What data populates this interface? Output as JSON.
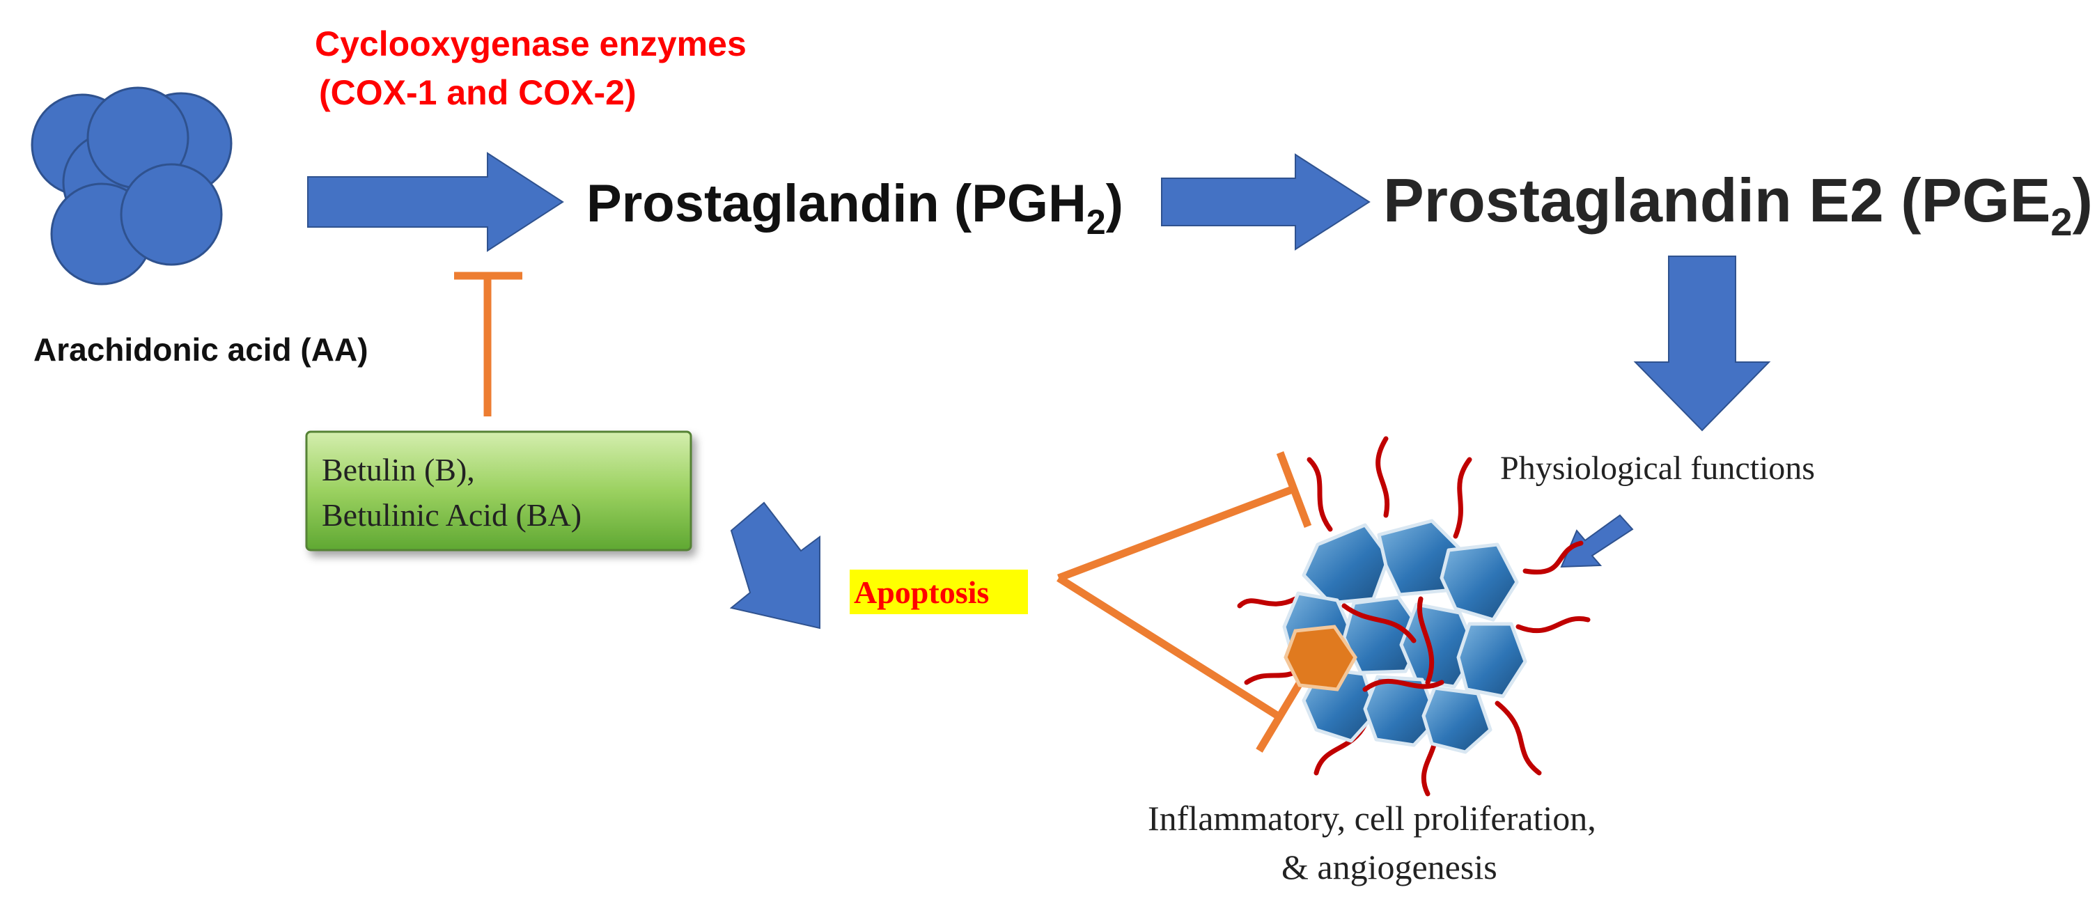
{
  "enzyme_label": {
    "line1": "Cyclooxygenase enzymes",
    "line2": "(COX-1 and COX-2)"
  },
  "substrate_label": "Arachidonic acid (AA)",
  "pgh2": {
    "main": "Prostaglandin (PGH",
    "sub": "2",
    "close": ")"
  },
  "pge2": {
    "main": "Prostaglandin E2 (PGE",
    "sub": "2",
    "close": ")"
  },
  "inhibitor_box": {
    "line1": "Betulin (B),",
    "line2": "Betulinic Acid (BA)"
  },
  "apoptosis_label": "Apoptosis",
  "physiological_label": "Physiological functions",
  "outcome_label": {
    "line1": "Inflammatory, cell proliferation,",
    "line2": "& angiogenesis"
  },
  "colors": {
    "arrow_blue": "#4472C4",
    "inhibit_orange": "#ED7D31",
    "enzyme_red": "#FF0000",
    "apoptosis_highlight": "#FFFF00",
    "box_green_top": "#C5E89B",
    "box_green_bottom": "#6DB33F",
    "cell_blue": "#2E75B6",
    "vessel_red": "#C00000"
  }
}
